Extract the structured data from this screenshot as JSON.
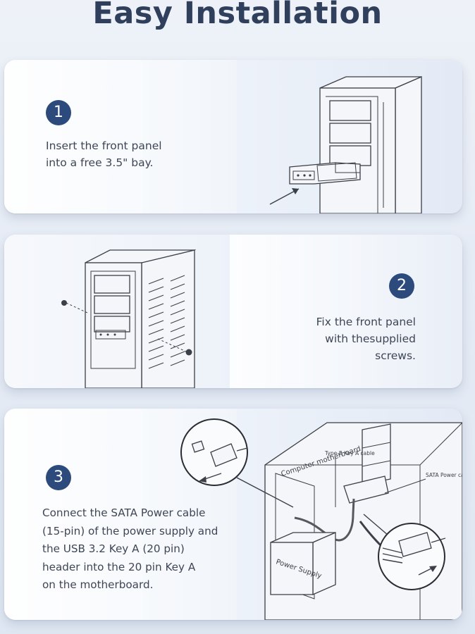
{
  "title": "Easy Installation",
  "steps": [
    {
      "number": "1",
      "text": "Insert the front panel\ninto a free 3.5\" bay."
    },
    {
      "number": "2",
      "text": "Fix the front panel\nwith thesupplied screws."
    },
    {
      "number": "3",
      "text": "Connect the SATA Power cable\n(15-pin) of the power supply and\nthe USB 3.2 Key A (20 pin)\nheader into the 20 pin Key A\non the motherboard."
    }
  ],
  "diagram_labels": {
    "motherboard": "Computer motherboard",
    "cable": "Type-E Key A cable",
    "sata": "SATA Power cable",
    "psu": "Power Supply"
  },
  "colors": {
    "title": "#2f3f5c",
    "badge": "#2c4a7c",
    "text": "#3e4656"
  }
}
